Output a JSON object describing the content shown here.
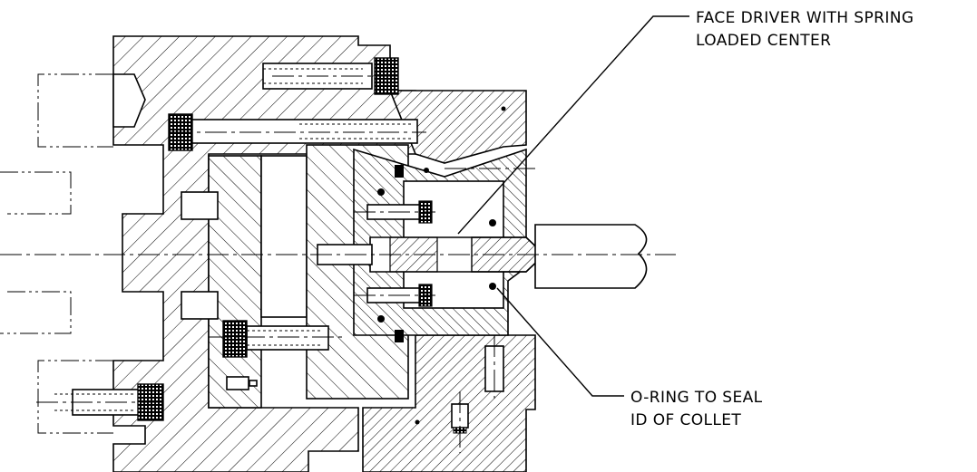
{
  "callouts": {
    "face_driver": {
      "line1": "FACE DRIVER WITH SPRING",
      "line2": "LOADED CENTER"
    },
    "oring": {
      "line1": "O-RING TO SEAL",
      "line2": "ID OF COLLET"
    }
  },
  "colors": {
    "ink": "#000000",
    "paper": "#ffffff"
  }
}
